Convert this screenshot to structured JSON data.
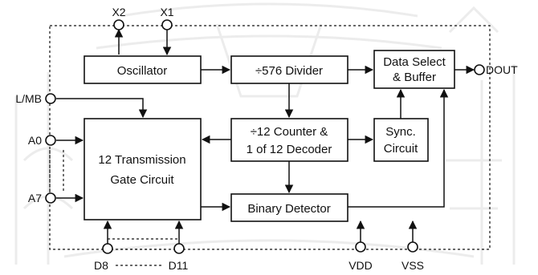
{
  "colors": {
    "ink": "#111111",
    "watermark": "#ececec",
    "background": "#ffffff"
  },
  "blocks": {
    "oscillator": "Oscillator",
    "divider": "÷576 Divider",
    "data_select": [
      "Data Select",
      "& Buffer"
    ],
    "counter": [
      "÷12 Counter &",
      "1 of 12 Decoder"
    ],
    "sync": [
      "Sync.",
      "Circuit"
    ],
    "transmission": [
      "12 Transmission",
      "Gate Circuit"
    ],
    "binary": "Binary Detector"
  },
  "pins": {
    "x2": "X2",
    "x1": "X1",
    "lmb": "L/MB",
    "a0": "A0",
    "a7": "A7",
    "dout": "DOUT",
    "d8": "D8",
    "d11": "D11",
    "vdd": "VDD",
    "vss": "VSS"
  }
}
